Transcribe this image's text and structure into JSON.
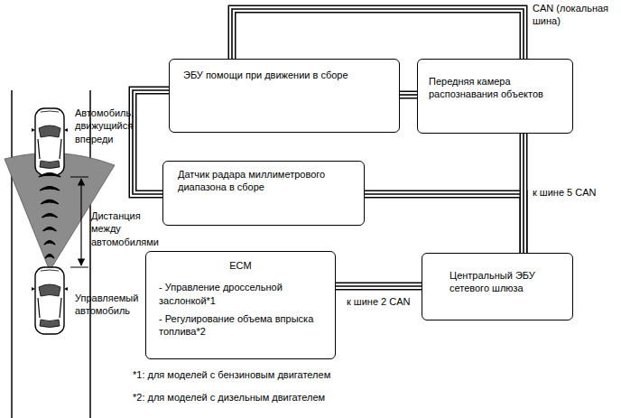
{
  "diagram": {
    "nodes": [
      {
        "text": [
          "ЭБУ помощи при движении в сборе"
        ]
      },
      {
        "text": [
          "Передняя камера распознавания объектов"
        ]
      },
      {
        "text": [
          "Датчик радара миллиметрового диапазона в сборе"
        ]
      },
      {
        "text": [
          "ECM",
          "- Управление дроссельной заслонкой*1",
          "- Регулирование объема впрыска топлива*2"
        ]
      },
      {
        "text": [
          "Центральный ЭБУ сетевого шлюза"
        ]
      }
    ],
    "edges": [
      {
        "from": 0,
        "to": 1,
        "arrow": "none",
        "label": "CAN (локальная шина)"
      },
      {
        "from": 0,
        "to": 1,
        "arrow": "none"
      },
      {
        "from": 0,
        "to": 2,
        "arrow": "none"
      },
      {
        "from": 2,
        "to": 4,
        "arrow": "none"
      },
      {
        "from": 1,
        "to": 4,
        "arrow": "none",
        "label": "к шине 5 CAN"
      },
      {
        "from": 4,
        "to": 3,
        "arrow": "none",
        "label": "к шине 2 CAN"
      }
    ],
    "labels": [
      "Автомобиль, движущийся впереди",
      "Дистанция между автомобилями",
      "Управляемый автомобиль",
      "*1: для моделей с бензиновым двигателем",
      "*2: для моделей с дизельным двигателем"
    ]
  }
}
